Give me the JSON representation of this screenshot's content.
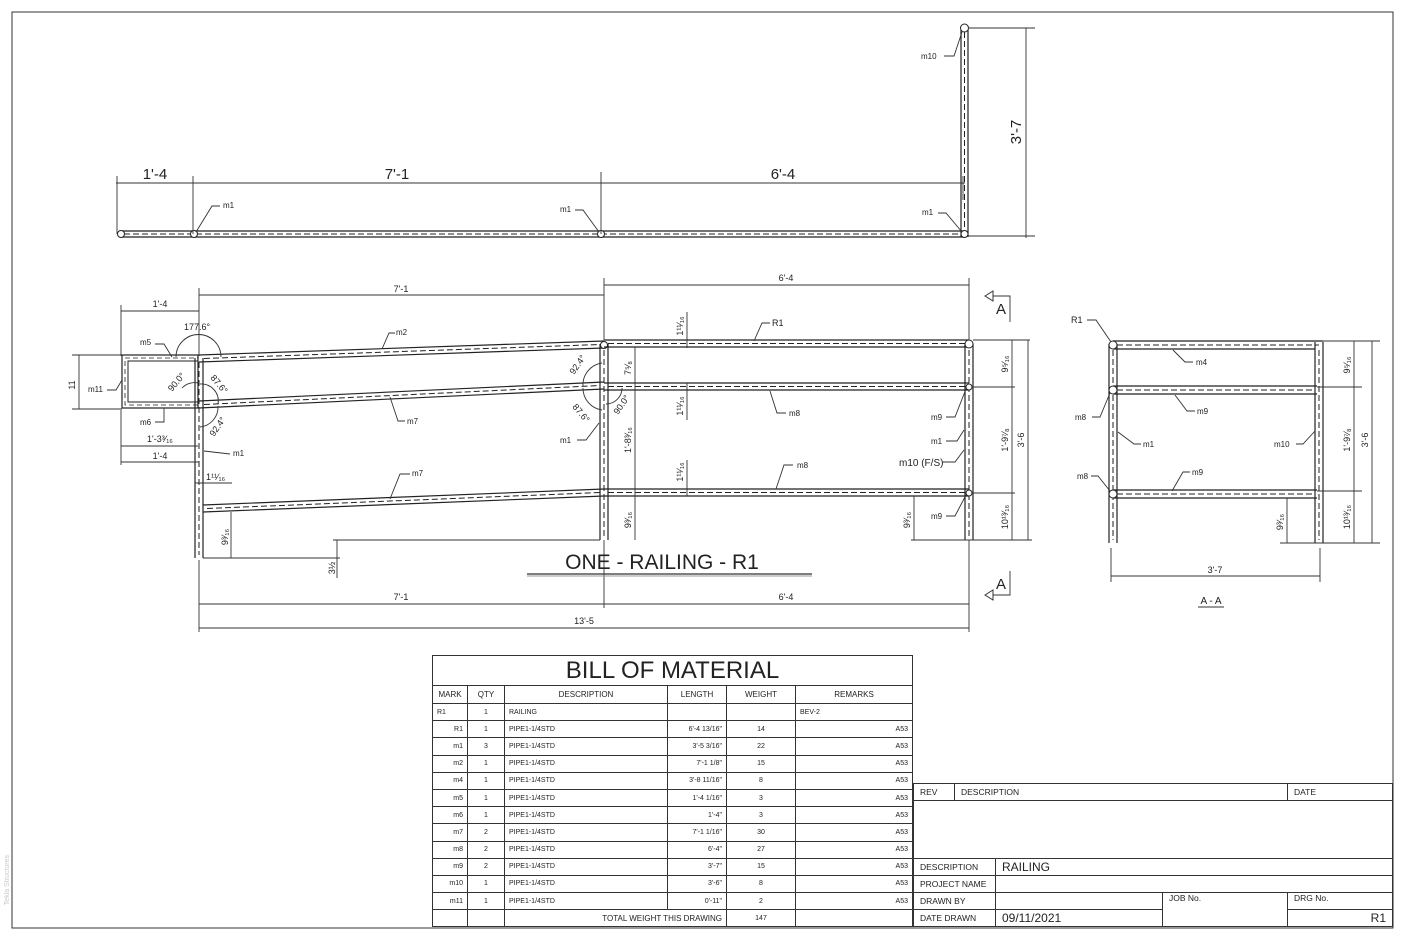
{
  "sheet": {
    "border_color": "#333333",
    "watermark": "Tekla Structures"
  },
  "plan_view": {
    "dims_top": [
      "1'-4",
      "7'-1",
      "6'-4"
    ],
    "dim_vertical": "3'-7",
    "member_labels": [
      "m1",
      "m1",
      "m1",
      "m10"
    ]
  },
  "elevation_view": {
    "title": "ONE - RAILING - R1",
    "dims_top": [
      "1'-4",
      "7'-1",
      "6'-4"
    ],
    "dims_bottom": [
      "7'-1",
      "6'-4"
    ],
    "dim_overall": "13'-5",
    "left_dims": [
      "11",
      "1'-3³⁄₁₆",
      "1'-4",
      "1¹¹⁄₁₆",
      "9³⁄₁₆",
      "3½"
    ],
    "angles": [
      "177.6°",
      "90.0°",
      "87.6°",
      "92.4°",
      "92.4°",
      "87.6°",
      "90.0°"
    ],
    "mid_dims": [
      "1¹¹⁄₁₆",
      "7⁵⁄₈",
      "1¹¹⁄₁₆",
      "1'-8³⁄₁₆",
      "1¹¹⁄₁₆",
      "9³⁄₁₆"
    ],
    "right_dims": [
      "9⁵⁄₁₆",
      "1'-9⁷⁄₈",
      "10¹³⁄₁₆",
      "3'-6",
      "9³⁄₁₆"
    ],
    "member_labels": {
      "m5": "m5",
      "m11": "m11",
      "m6": "m6",
      "m1a": "m1",
      "m2": "m2",
      "m7a": "m7",
      "m7b": "m7",
      "R1": "R1",
      "m1b": "m1",
      "m8a": "m8",
      "m8b": "m8",
      "m9a": "m9",
      "m1c": "m1",
      "m10": "m10 (F/S)",
      "m9b": "m9"
    },
    "section_marker": "A"
  },
  "section_view": {
    "title": "A - A",
    "dim_width": "3'-7",
    "right_dims": [
      "9⁵⁄₁₆",
      "1'-9⁷⁄₈",
      "10¹³⁄₁₆",
      "3'-6",
      "9³⁄₁₆"
    ],
    "member_labels": {
      "R1": "R1",
      "m4": "m4",
      "m8a": "m8",
      "m9a": "m9",
      "m1": "m1",
      "m10": "m10",
      "m8b": "m8",
      "m9b": "m9"
    }
  },
  "bill_of_material": {
    "title": "BILL OF MATERIAL",
    "headers": [
      "MARK",
      "QTY",
      "DESCRIPTION",
      "LENGTH",
      "WEIGHT",
      "REMARKS"
    ],
    "assembly": {
      "mark": "R1",
      "qty": "1",
      "description": "RAILING",
      "length": "",
      "weight": "",
      "remarks": "BEV-2"
    },
    "rows": [
      {
        "mark": "R1",
        "qty": "1",
        "description": "PIPE1-1/4STD",
        "length": "6'-4 13/16\"",
        "weight": "14",
        "remarks": "A53"
      },
      {
        "mark": "m1",
        "qty": "3",
        "description": "PIPE1-1/4STD",
        "length": "3'-5 3/16\"",
        "weight": "22",
        "remarks": "A53"
      },
      {
        "mark": "m2",
        "qty": "1",
        "description": "PIPE1-1/4STD",
        "length": "7'-1 1/8\"",
        "weight": "15",
        "remarks": "A53"
      },
      {
        "mark": "m4",
        "qty": "1",
        "description": "PIPE1-1/4STD",
        "length": "3'-8 11/16\"",
        "weight": "8",
        "remarks": "A53"
      },
      {
        "mark": "m5",
        "qty": "1",
        "description": "PIPE1-1/4STD",
        "length": "1'-4 1/16\"",
        "weight": "3",
        "remarks": "A53"
      },
      {
        "mark": "m6",
        "qty": "1",
        "description": "PIPE1-1/4STD",
        "length": "1'-4\"",
        "weight": "3",
        "remarks": "A53"
      },
      {
        "mark": "m7",
        "qty": "2",
        "description": "PIPE1-1/4STD",
        "length": "7'-1 1/16\"",
        "weight": "30",
        "remarks": "A53"
      },
      {
        "mark": "m8",
        "qty": "2",
        "description": "PIPE1-1/4STD",
        "length": "6'-4\"",
        "weight": "27",
        "remarks": "A53"
      },
      {
        "mark": "m9",
        "qty": "2",
        "description": "PIPE1-1/4STD",
        "length": "3'-7\"",
        "weight": "15",
        "remarks": "A53"
      },
      {
        "mark": "m10",
        "qty": "1",
        "description": "PIPE1-1/4STD",
        "length": "3'-6\"",
        "weight": "8",
        "remarks": "A53"
      },
      {
        "mark": "m11",
        "qty": "1",
        "description": "PIPE1-1/4STD",
        "length": "0'-11\"",
        "weight": "2",
        "remarks": "A53"
      }
    ],
    "total_label": "TOTAL WEIGHT THIS DRAWING",
    "total_weight": "147"
  },
  "title_block": {
    "rev_header": "REV",
    "desc_header": "DESCRIPTION",
    "date_header": "DATE",
    "description_label": "DESCRIPTION",
    "description_value": "RAILING",
    "project_label": "PROJECT NAME",
    "project_value": "",
    "drawn_by_label": "DRAWN BY",
    "drawn_by_value": "",
    "date_drawn_label": "DATE DRAWN",
    "date_drawn_value": "09/11/2021",
    "job_label": "JOB No.",
    "job_value": "",
    "drg_label": "DRG No.",
    "drg_value": "R1"
  }
}
